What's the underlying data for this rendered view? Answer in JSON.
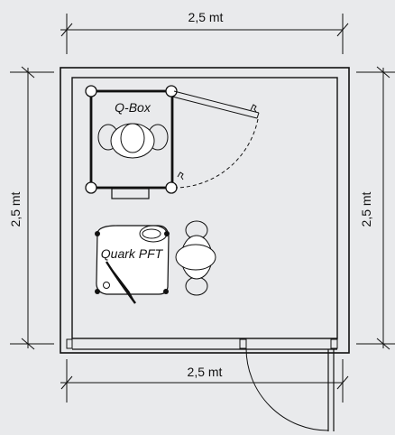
{
  "dimensions": {
    "top": "2,5 mt",
    "left": "2,5 mt",
    "right": "2,5 mt",
    "bottom": "2,5 mt"
  },
  "labels": {
    "qbox": "Q-Box",
    "quark": "Quark PFT"
  },
  "colors": {
    "background": "#e9eaec",
    "line": "#111111"
  }
}
